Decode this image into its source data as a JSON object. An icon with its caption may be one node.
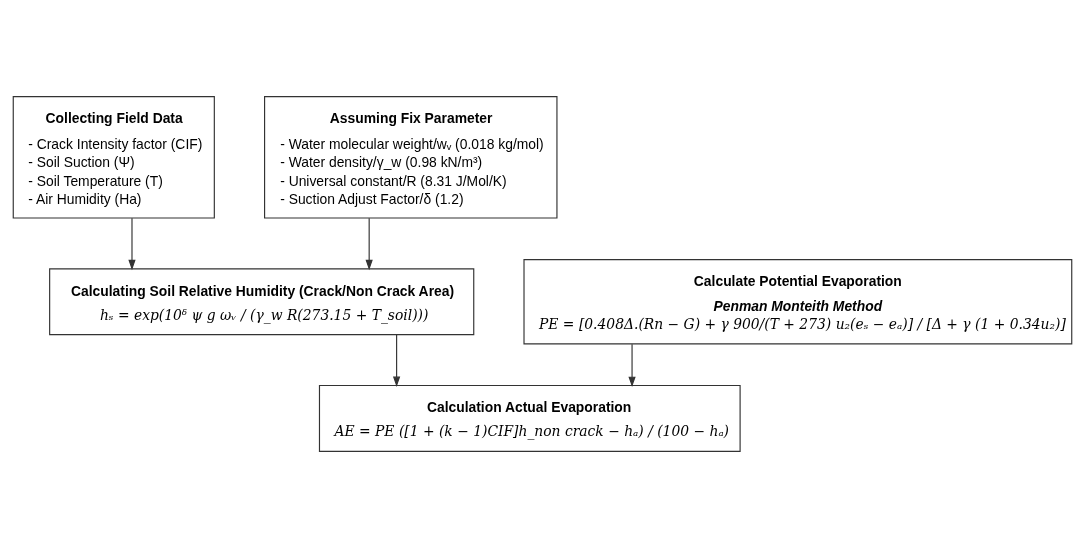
{
  "diagram": {
    "nodes": [
      {
        "text": [
          "Collecting Field Data",
          "- Crack Intensity factor (CIF)",
          "- Soil Suction (Ψ)",
          "- Soil Temperature (T)",
          "- Air Humidity (Ha)"
        ]
      },
      {
        "text": [
          "Assuming Fix Parameter",
          "- Water molecular weight/wᵥ (0.018 kg/mol)",
          "- Water density/γ_w (0.98 kN/m³)",
          "- Universal constant/R (8.31 J/Mol/K)",
          "- Suction Adjust Factor/δ (1.2)"
        ]
      },
      {
        "text": [
          "Calculating Soil Relative Humidity (Crack/Non Crack Area)",
          "hₛ = exp(10ᵟ ψ g ωᵥ / (γ_w R(273.15 + T_soil)))"
        ]
      },
      {
        "text": [
          "Calculate Potential Evaporation",
          "Penman Monteith Method",
          "PE = [0.408Δ.(Rn − G) + γ 900/(T + 273) u₂(eₛ − eₐ)] / [Δ + γ (1 + 0.34u₂)]"
        ]
      },
      {
        "text": [
          "Calculation Actual Evaporation",
          "AE = PE ([1 + (k − 1)CIF]h_non crack − hₐ) / (100 − hₐ)"
        ]
      }
    ],
    "edges": [
      {
        "from": 0,
        "to": 2,
        "arrow": "to"
      },
      {
        "from": 1,
        "to": 2,
        "arrow": "to"
      },
      {
        "from": 2,
        "to": 4,
        "arrow": "to"
      },
      {
        "from": 3,
        "to": 4,
        "arrow": "to"
      }
    ]
  }
}
